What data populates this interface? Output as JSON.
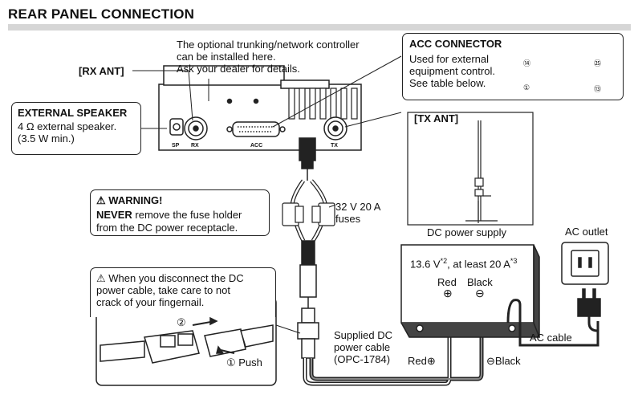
{
  "title": "REAR PANEL CONNECTION",
  "trunking_note": [
    "The optional trunking/network controller",
    "can be installed here.",
    "Ask your dealer for details."
  ],
  "rx_ant_label": "[RX ANT]",
  "acc": {
    "heading": "ACC CONNECTOR",
    "lines": [
      "Used for external",
      "equipment control.",
      "See table below."
    ],
    "pins": {
      "p14": "⑭",
      "p25": "㉕",
      "p1": "①",
      "p13": "⑬"
    }
  },
  "ext_speaker": {
    "heading": "EXTERNAL SPEAKER",
    "lines": [
      "4 Ω external speaker.",
      "(3.5 W min.)"
    ]
  },
  "panel_labels": {
    "sp": "SP",
    "rx": "RX",
    "acc": "ACC",
    "tx": "TX"
  },
  "tx_ant_label": "[TX ANT]",
  "warning": {
    "heading": "⚠ WARNING!",
    "never": "NEVER",
    "line1_rest": " remove the fuse holder",
    "line2": "from the DC power receptacle."
  },
  "fuses": [
    "32 V 20 A",
    "fuses"
  ],
  "dc_supply": {
    "title": "DC power supply",
    "rating_a": "13.6 V",
    "rating_sup1": "*2",
    "rating_b": ", at least 20 A",
    "rating_sup2": "*3",
    "red": "Red",
    "black": "Black",
    "plus": "⊕",
    "minus": "⊖"
  },
  "ac_outlet": "AC outlet",
  "ac_cable": "AC cable",
  "disconnect_note": [
    "⚠ When you disconnect the DC",
    "power cable, take care to not",
    "crack of your fingernail."
  ],
  "step2": "②",
  "step1_push": "① Push",
  "cable_label": [
    "Supplied DC",
    "power cable",
    "(OPC-1784)"
  ],
  "red_wire": "Red⊕",
  "black_wire": "⊖Black"
}
